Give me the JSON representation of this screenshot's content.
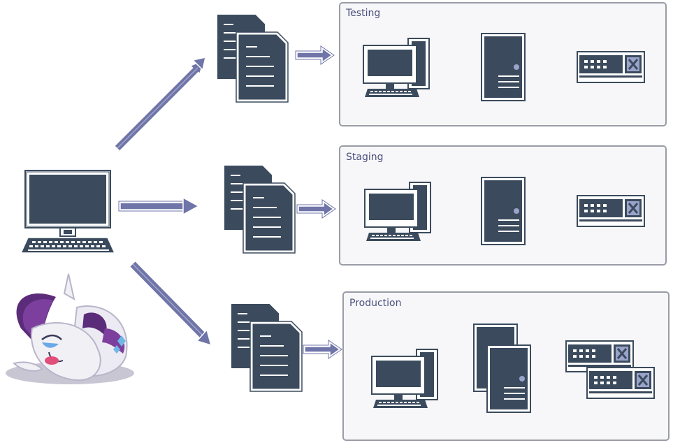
{
  "environments": [
    {
      "label": "Testing"
    },
    {
      "label": "Staging"
    },
    {
      "label": "Production"
    }
  ],
  "colors": {
    "dark": "#3b4b5d",
    "arrow": "#6f75a8",
    "panel_border": "#9a9ca6",
    "panel_fill": "#f7f7f9",
    "label": "#4a4f7c"
  }
}
